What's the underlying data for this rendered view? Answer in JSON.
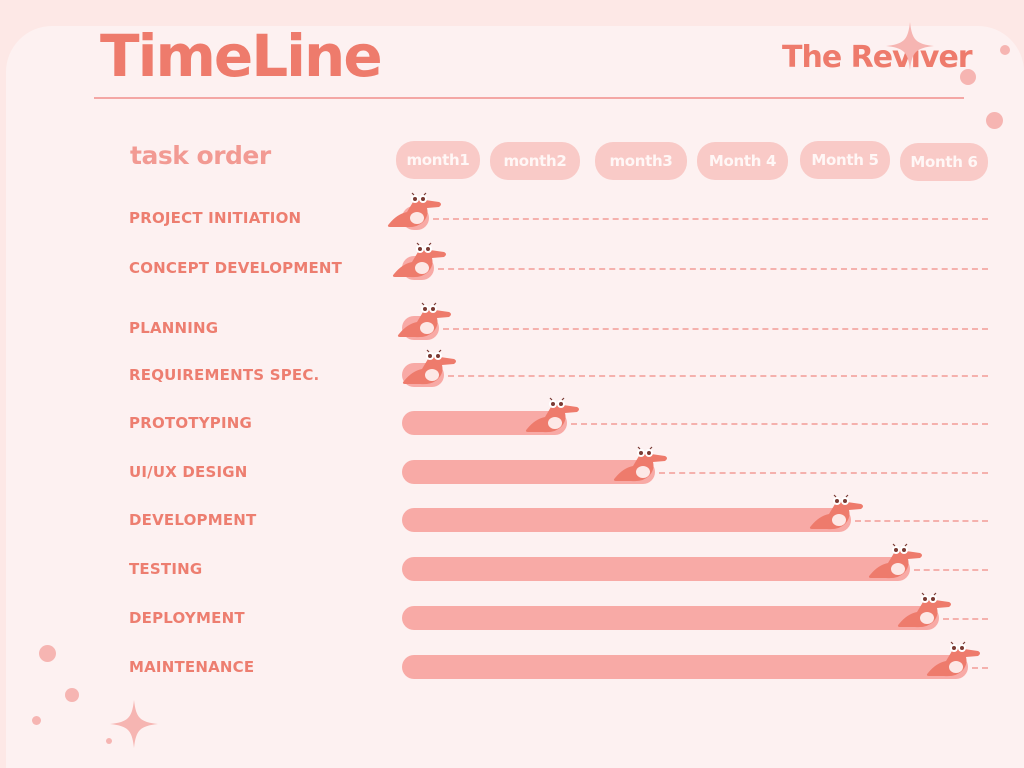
{
  "header": {
    "title": "TimeLine",
    "brand": "The Reviver"
  },
  "task_header": "task order",
  "months": [
    "month1",
    "month2",
    "month3",
    "Month 4",
    "Month 5",
    "Month 6"
  ],
  "tasks": [
    {
      "label": "PROJECT INITIATION",
      "end_month": 0.3
    },
    {
      "label": "CONCEPT DEVELOPMENT",
      "end_month": 0.35
    },
    {
      "label": "PLANNING",
      "end_month": 0.4
    },
    {
      "label": "REQUIREMENTS SPEC.",
      "end_month": 0.45
    },
    {
      "label": "PROTOTYPING",
      "end_month": 1.7
    },
    {
      "label": "UI/UX DESIGN",
      "end_month": 2.6
    },
    {
      "label": "DEVELOPMENT",
      "end_month": 4.6
    },
    {
      "label": "TESTING",
      "end_month": 5.2
    },
    {
      "label": "DEPLOYMENT",
      "end_month": 5.5
    },
    {
      "label": "MAINTENANCE",
      "end_month": 5.8
    }
  ],
  "colors": {
    "accent": "#ee7b6c",
    "bar": "#f8aaa6",
    "pill": "#f9cac7",
    "background": "#fdf1f1",
    "outer": "#fde8e6"
  },
  "icons": {
    "task_marker": "crocodile-icon",
    "decoration": "sparkle-icon"
  }
}
